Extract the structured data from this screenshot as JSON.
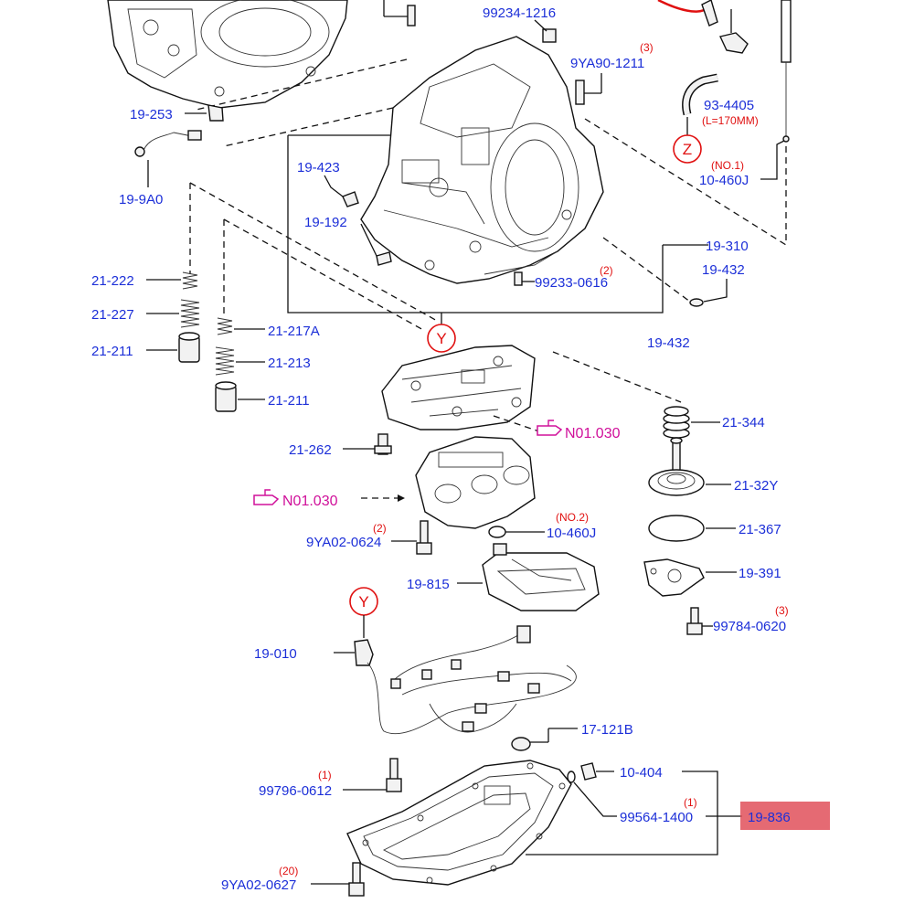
{
  "labels": {
    "p99234_1216": "99234-1216",
    "p9ya90_1211": "9YA90-1211",
    "q9ya90_1211": "(3)",
    "p93_4405": "93-4405",
    "p93_4405_len": "(L=170MM)",
    "p19_253": "19-253",
    "p19_9a0": "19-9A0",
    "p19_423": "19-423",
    "p10_460j_a": "10-460J",
    "q10_460j_a": "(NO.1)",
    "p19_192": "19-192",
    "p19_310": "19-310",
    "p19_432_a": "19-432",
    "p99233_0616": "99233-0616",
    "q99233_0616": "(2)",
    "p21_222": "21-222",
    "p21_227": "21-227",
    "p21_211_a": "21-211",
    "p21_217a": "21-217A",
    "p21_213": "21-213",
    "p21_211_b": "21-211",
    "p19_432_b": "19-432",
    "p21_344": "21-344",
    "p21_262": "21-262",
    "ref_n01030_a": "N01.030",
    "p21_32y": "21-32Y",
    "ref_n01030_b": "N01.030",
    "p10_460j_b": "10-460J",
    "q10_460j_b": "(NO.2)",
    "p21_367": "21-367",
    "p9ya02_0624": "9YA02-0624",
    "q9ya02_0624": "(2)",
    "p19_815": "19-815",
    "p19_391": "19-391",
    "p99784_0620": "99784-0620",
    "q99784_0620": "(3)",
    "p19_010": "19-010",
    "p17_121b": "17-121B",
    "p10_404": "10-404",
    "p99796_0612": "99796-0612",
    "q99796_0612": "(1)",
    "p99564_1400": "99564-1400",
    "q99564_1400": "(1)",
    "p19_836": "19-836",
    "p9ya02_0627": "9YA02-0627",
    "q9ya02_0627": "(20)",
    "marker_z": "Z",
    "marker_y_a": "Y",
    "marker_y_b": "Y"
  },
  "colors": {
    "label": "#1c2fd8",
    "quantity": "#e01010",
    "reference": "#d0109a",
    "highlight": "#e0505a"
  },
  "icons": {
    "reference": "pointing-hand-icon"
  }
}
